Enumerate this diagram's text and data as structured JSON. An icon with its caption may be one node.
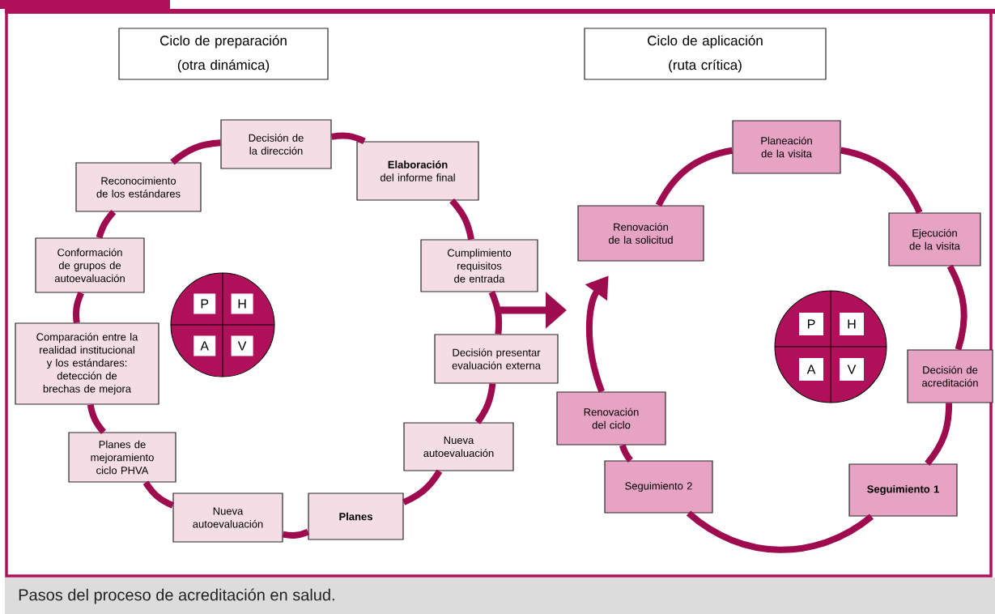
{
  "diagram": {
    "caption": "Pasos del proceso de acreditación en salud.",
    "nodes": [
      {
        "text": [
          "Ciclo de preparación (otra dinámica)"
        ]
      },
      {
        "text": [
          "Ciclo de aplicación (ruta crítica)"
        ]
      },
      {
        "text": [
          "Decisión de la dirección"
        ]
      },
      {
        "text": [
          "**Elaboración** del informe final"
        ]
      },
      {
        "text": [
          "Cumplimiento requisitos de entrada"
        ]
      },
      {
        "text": [
          "Decisión presentar evaluación externa"
        ]
      },
      {
        "text": [
          "Nueva autoevaluación"
        ]
      },
      {
        "text": [
          "Planes"
        ]
      },
      {
        "text": [
          "Nueva autoevaluación"
        ]
      },
      {
        "text": [
          "Planes de mejoramiento ciclo PHVA"
        ]
      },
      {
        "text": [
          "Comparación entre la realidad institucional y los estándares: detección de brechas de mejora"
        ]
      },
      {
        "text": [
          "Conformación de grupos de autoevaluación"
        ]
      },
      {
        "text": [
          "Reconocimiento de los estándares"
        ]
      },
      {
        "text": [
          "P",
          "H",
          "A",
          "V"
        ]
      },
      {
        "text": [
          "Planeación de la visita"
        ]
      },
      {
        "text": [
          "Ejecución de la visita"
        ]
      },
      {
        "text": [
          "Decisión de acreditación"
        ]
      },
      {
        "text": [
          "Seguimiento 1"
        ]
      },
      {
        "text": [
          "Seguimiento 2"
        ]
      },
      {
        "text": [
          "Renovación del ciclo"
        ]
      },
      {
        "text": [
          "Renovación de la solicitud"
        ]
      },
      {
        "text": [
          "P",
          "H",
          "A",
          "V"
        ]
      }
    ],
    "edges": [
      {
        "from": 2,
        "to": 3,
        "arrow": "none"
      },
      {
        "from": 3,
        "to": 4,
        "arrow": "none"
      },
      {
        "from": 4,
        "to": 5,
        "arrow": "none"
      },
      {
        "from": 5,
        "to": 6,
        "arrow": "none"
      },
      {
        "from": 6,
        "to": 7,
        "arrow": "none"
      },
      {
        "from": 7,
        "to": 8,
        "arrow": "none"
      },
      {
        "from": 8,
        "to": 9,
        "arrow": "none"
      },
      {
        "from": 9,
        "to": 10,
        "arrow": "none"
      },
      {
        "from": 10,
        "to": 11,
        "arrow": "none"
      },
      {
        "from": 11,
        "to": 12,
        "arrow": "none"
      },
      {
        "from": 12,
        "to": 2,
        "arrow": "none"
      },
      {
        "from": 20,
        "to": 14,
        "arrow": "none"
      },
      {
        "from": 14,
        "to": 15,
        "arrow": "none"
      },
      {
        "from": 15,
        "to": 16,
        "arrow": "none"
      },
      {
        "from": 16,
        "to": 17,
        "arrow": "none"
      },
      {
        "from": 17,
        "to": 18,
        "arrow": "none"
      },
      {
        "from": 18,
        "to": 19,
        "arrow": "none"
      },
      {
        "from": 19,
        "to": 20,
        "arrow": "to"
      }
    ]
  }
}
